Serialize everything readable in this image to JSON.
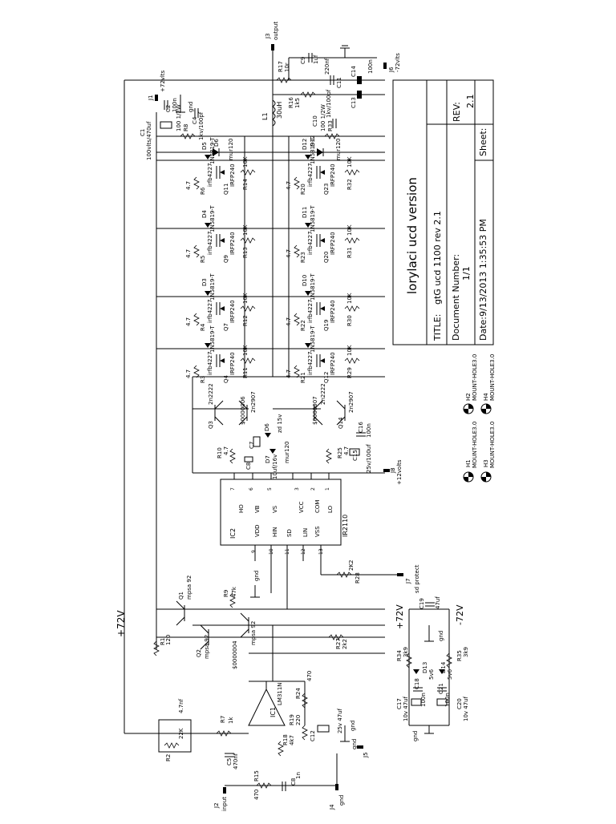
{
  "title_block": {
    "project": "lorylaci ucd version",
    "title_label": "TITLE:",
    "title": "gtG ucd 1100 rev 2.1",
    "doc_number_label": "Document Number:",
    "doc_number": "1/1",
    "rev_label": "REV:",
    "rev": "2.1",
    "date_label": "Date:",
    "date": "9/13/2013 1:35:53 PM",
    "sheet_label": "Sheet:"
  },
  "rails": {
    "positive": "+72V",
    "negative": "-72V",
    "positive_bus": "+72V"
  },
  "connectors": [
    {
      "id": "J1",
      "label": "+72vlts"
    },
    {
      "id": "J2",
      "label": "input"
    },
    {
      "id": "J3",
      "label": "output"
    },
    {
      "id": "J4",
      "label": "gnd"
    },
    {
      "id": "J5",
      "label": "gnd"
    },
    {
      "id": "J6",
      "label": "-72vlts"
    },
    {
      "id": "J7",
      "label": "sd protect"
    },
    {
      "id": "J8",
      "label": "+12volts"
    }
  ],
  "ic": {
    "ir2110": {
      "ref": "IC2",
      "part": "IR2110",
      "pins_top": [
        "HO",
        "VB",
        "VS",
        "VCC",
        "COM",
        "LO"
      ],
      "pins_bottom": [
        "VDD",
        "HIN",
        "SD",
        "LIN",
        "VSS"
      ],
      "pin_numbers_top": [
        "7",
        "6",
        "5",
        "3",
        "2",
        "1"
      ],
      "pin_numbers_bottom": [
        "9",
        "10",
        "11",
        "12",
        "13"
      ]
    },
    "lm311": {
      "ref": "IC1",
      "part": "LM311N"
    }
  },
  "high_side": {
    "fets": [
      "Q11",
      "Q9",
      "Q7",
      "Q4"
    ],
    "fet_part": "IRFP240",
    "fet_part_alt": "irfb4227",
    "diodes": [
      "D5",
      "D4",
      "D3"
    ],
    "gate_r": [
      "R14",
      "R13",
      "R12",
      "R11"
    ],
    "gate_r_value": "10K",
    "gate_r2": [
      "R6",
      "R5",
      "R4",
      "R3"
    ],
    "gate_r2_value": "4.7",
    "diode_part": "1N5819-T"
  },
  "low_side": {
    "fets": [
      "Q23",
      "Q20",
      "Q19",
      "Q12"
    ],
    "fet_part": "IRFP240",
    "fet_part_alt": "irfb4227",
    "diodes": [
      "D12",
      "D11",
      "D10"
    ],
    "gate_r": [
      "R32",
      "R31",
      "R30",
      "R29"
    ],
    "gate_r_value": "10K",
    "gate_r2": [
      "R20",
      "R23",
      "R22",
      "R21"
    ],
    "gate_r2_value": "4.7",
    "diode_part": "1N5819-T"
  },
  "output_stage": {
    "inductor": "L1",
    "inductor_value": "30uH",
    "r_snub_hi": "R8",
    "r_snub_lo": "R33",
    "r_snub_value": "100 1/2W",
    "c_snub_hi": "C4",
    "c_snub_lo": "C10",
    "c_snub_value": "1kv/100pf",
    "d_snub_hi": "D6",
    "d_snub_lo": "D12",
    "d_snub_value": "mur120",
    "c1": "C1",
    "c1_value": "100vlts/470uf",
    "c2": "C2",
    "c2_value": "100n",
    "c13": "C13",
    "c14": "C14",
    "c14_value": "100n",
    "c11": "C11",
    "c9": "C9",
    "c9_value": "1uf",
    "r17": "R17",
    "r17_value": "10r",
    "r16": "R16",
    "r16_value": "1k5",
    "c_filter_value": "220nf"
  },
  "drivers": {
    "q_top_npn": "Q3",
    "q_top_npn_part": "2n2222",
    "q_top_pnp": "Q5",
    "q_top_pnp_part": "2n2907",
    "q_bot_npn": "Q13",
    "q_bot_npn_part": "2n2222",
    "q_bot_pnp": "Q14",
    "q_bot_pnp_part": "2n2907",
    "boot_c": "C7",
    "boot_c_value": "10uf/16v",
    "boot_c8": "C8",
    "zener": "D6",
    "zener_value": "zd 15v",
    "boot_d": "D7",
    "boot_d_value": "mur120",
    "r10": "R10",
    "r10_value": "4.7",
    "r25": "R25",
    "r25_value": "4.7",
    "c15": "C15",
    "c15_value": "25v/100uf",
    "c16": "C16",
    "c16_value": "100n",
    "net_hi": "$0000006",
    "net_lo": "$0000007"
  },
  "input_stage": {
    "q1": "Q1",
    "q1_part": "mpsa 92",
    "q2": "Q2",
    "q2_part": "mpsa 92",
    "q_bias": "$0000004",
    "q_bias_part": "mpsa 92",
    "r1": "R1",
    "r1_value": "120",
    "r9": "R9",
    "r9_value": "47k",
    "r27": "R27",
    "r27_value": "2k2",
    "r28": "R28",
    "r28_value": "2K2",
    "r24": "R24",
    "r24_value": "470",
    "r7": "R7",
    "r7_value": "1k",
    "r2": "R2",
    "r2_value": "22K",
    "c3_value": "4.7nf",
    "c5": "C5",
    "c5_value": "470nf",
    "r15": "R15",
    "r15_value": "470",
    "c8": "C8",
    "c8_value": "1n",
    "r18": "R18",
    "r18_value": "4k7",
    "r19": "R19",
    "r19_value": "220",
    "c12": "C12",
    "c12_value": "25v 47uf"
  },
  "supply": {
    "c17": "C17",
    "c17_value": "10v 47uf",
    "c18": "C18",
    "c18_value": "100n",
    "c21": "C21",
    "c21_value": "100n",
    "c20": "C20",
    "c20_value": "10v 47uf",
    "c19": "C19",
    "c19_value": "47uf",
    "d13": "D13",
    "d13_value": "5v6",
    "d14": "D14",
    "d14_value": "5v6",
    "r34": "R34",
    "r34_value": "3k9",
    "r35": "R35",
    "r35_value": "3k9",
    "gnd": "gnd"
  },
  "mounts": [
    {
      "ref": "H1",
      "label": "MOUNT-HOLE3.0"
    },
    {
      "ref": "H2",
      "label": "MOUNT-HOLE3.0"
    },
    {
      "ref": "H3",
      "label": "MOUNT-HOLE3.0"
    },
    {
      "ref": "H4",
      "label": "MOUNT-HOLE3.0"
    }
  ]
}
